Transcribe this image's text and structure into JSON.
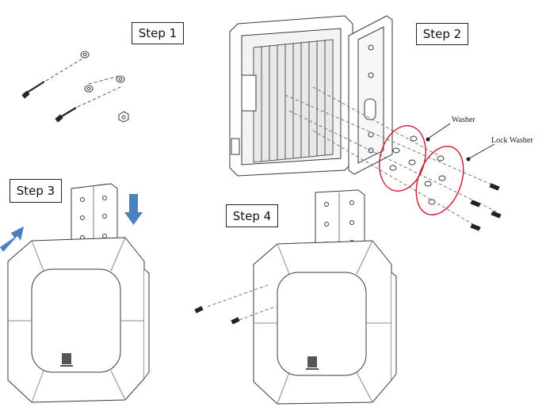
{
  "steps": {
    "step1": "Step 1",
    "step2": "Step 2",
    "step3": "Step 3",
    "step4": "Step 4"
  },
  "callouts": {
    "washer": "Washer",
    "lock_washer": "Lock Washer"
  },
  "colors": {
    "line": "#3a3a3a",
    "highlight_ellipse": "#d0233a",
    "arrow": "#4a7fc0",
    "logo": "#555555"
  },
  "icons": {
    "arrow-in": "blue-block-arrow-icon",
    "arrow-down": "blue-down-arrow-icon"
  }
}
